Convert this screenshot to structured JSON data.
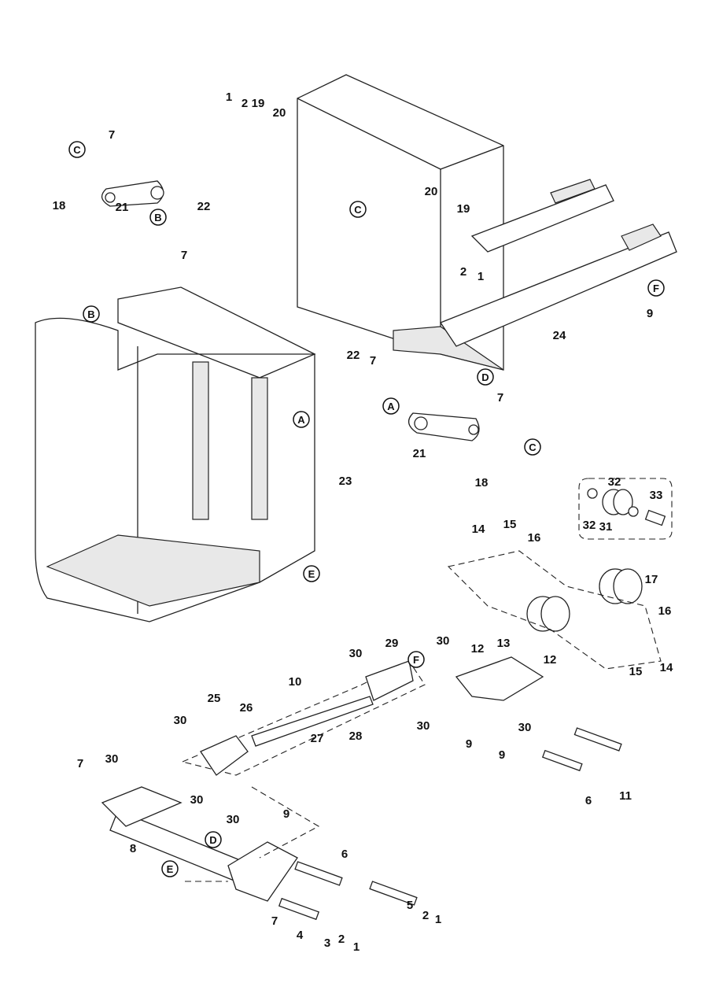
{
  "diagram": {
    "callouts": [
      "1",
      "2",
      "19",
      "20",
      "7",
      "18",
      "21",
      "22",
      "7",
      "20",
      "19",
      "2",
      "1",
      "9",
      "24",
      "23",
      "22",
      "7",
      "7",
      "21",
      "18",
      "32",
      "32",
      "31",
      "33",
      "14",
      "15",
      "16",
      "17",
      "16",
      "15",
      "14",
      "30",
      "29",
      "30",
      "12",
      "13",
      "12",
      "10",
      "30",
      "9",
      "9",
      "30",
      "26",
      "25",
      "27",
      "28",
      "30",
      "6",
      "11",
      "7",
      "30",
      "30",
      "9",
      "30",
      "8",
      "6",
      "7",
      "4",
      "3",
      "2",
      "1",
      "5",
      "2",
      "1"
    ],
    "reference_markers": [
      "C",
      "B",
      "C",
      "F",
      "D",
      "B",
      "A",
      "E",
      "A",
      "C",
      "F",
      "D",
      "E"
    ]
  }
}
